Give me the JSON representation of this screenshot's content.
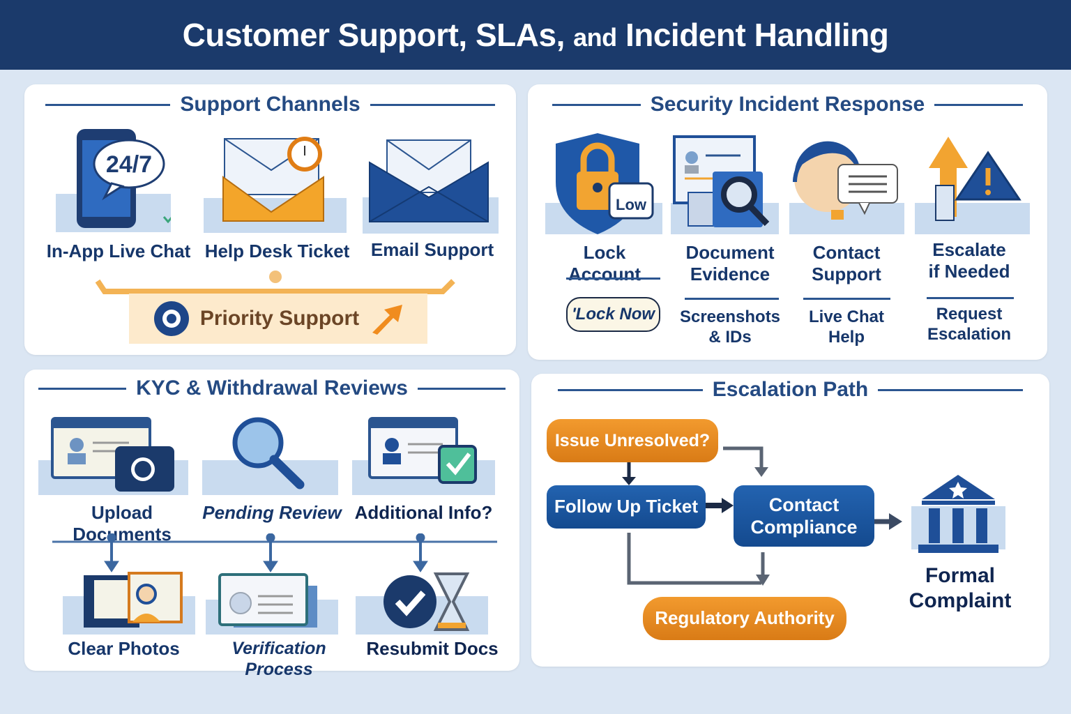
{
  "header": {
    "title_part1": "Customer Support, SLAs,",
    "title_small": "and",
    "title_part2": "Incident Handling"
  },
  "support_channels": {
    "title": "Support Channels",
    "items": [
      {
        "label": "In-App Live Chat",
        "icon": "phone-chat-icon",
        "badge": "24/7"
      },
      {
        "label": "Help Desk Ticket",
        "icon": "envelope-clock-icon"
      },
      {
        "label": "Email Support",
        "icon": "envelope-icon"
      }
    ],
    "priority": "Priority Support"
  },
  "security": {
    "title": "Security Incident Response",
    "items": [
      {
        "label": "Lock Account",
        "icon": "shield-lock-icon",
        "tag": "Low",
        "action": "'Lock Now"
      },
      {
        "label_line1": "Document",
        "label_line2": "Evidence",
        "icon": "document-search-icon",
        "sub_line1": "Screenshots",
        "sub_line2": "& IDs"
      },
      {
        "label_line1": "Contact",
        "label_line2": "Support",
        "icon": "headset-chat-icon",
        "sub_line1": "Live Chat",
        "sub_line2": "Help"
      },
      {
        "label_line1": "Escalate",
        "label_line2": "if Needed",
        "icon": "escalate-warning-icon",
        "sub_line1": "Request",
        "sub_line2": "Escalation"
      }
    ]
  },
  "kyc": {
    "title": "KYC & Withdrawal Reviews",
    "top": [
      {
        "label": "Upload Documents",
        "icon": "id-camera-icon"
      },
      {
        "label": "Pending Review",
        "icon": "magnifier-icon"
      },
      {
        "label": "Additional Info?",
        "icon": "id-check-icon"
      }
    ],
    "bottom": [
      {
        "label": "Clear Photos",
        "icon": "photo-id-icon"
      },
      {
        "label": "Verification Process",
        "icon": "verification-card-icon"
      },
      {
        "label": "Resubmit Docs",
        "icon": "check-hourglass-icon"
      }
    ]
  },
  "escalation": {
    "title": "Escalation Path",
    "nodes": {
      "issue": "Issue Unresolved?",
      "follow_up": "Follow Up Ticket",
      "compliance_line1": "Contact",
      "compliance_line2": "Compliance",
      "regulator": "Regulatory Authority",
      "complaint_line1": "Formal",
      "complaint_line2": "Complaint"
    }
  },
  "colors": {
    "navy": "#1b3a6b",
    "blue": "#1f5aa6",
    "orange": "#e88a1f",
    "bg": "#dbe6f3"
  }
}
